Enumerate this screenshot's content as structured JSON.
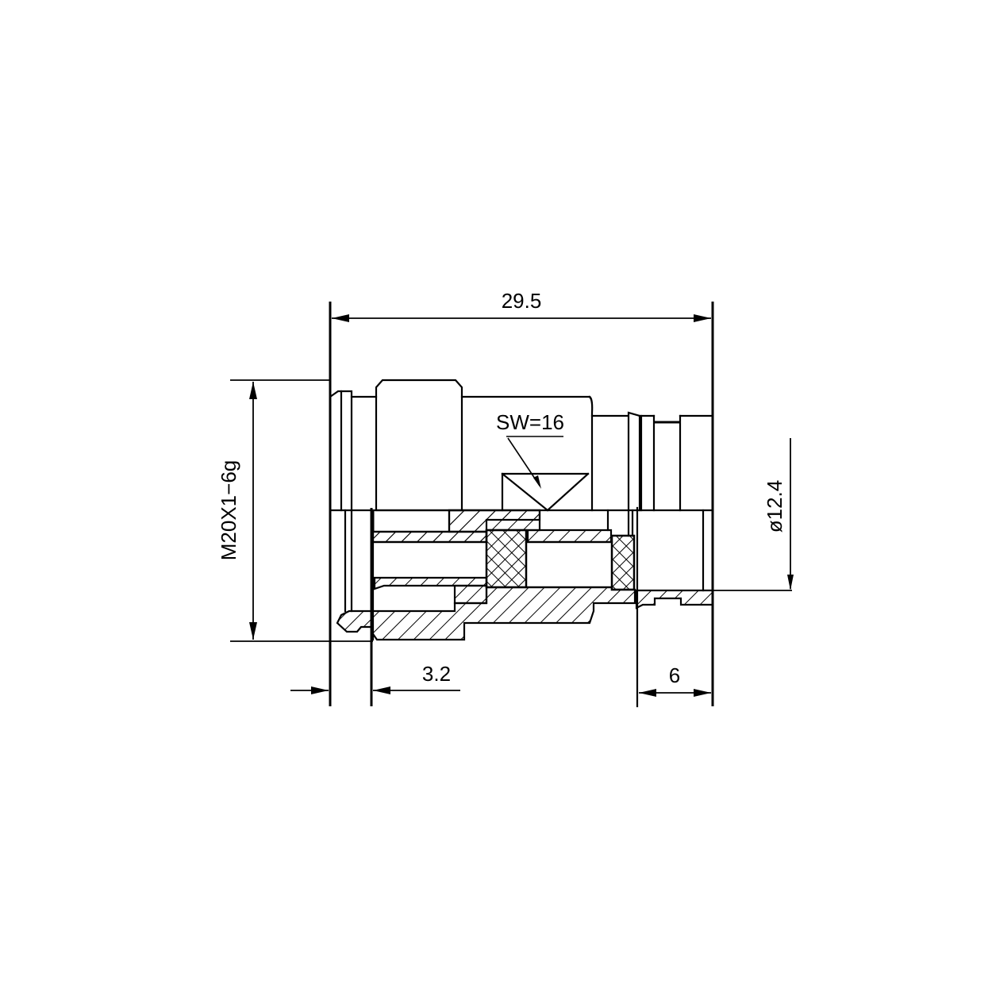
{
  "drawing": {
    "subject": "connector cross-section",
    "view": "half section"
  },
  "dimensions": {
    "overall_length": {
      "label": "29.5",
      "unit": "mm"
    },
    "thread": {
      "label": "M20X1−6g"
    },
    "wrench_size": {
      "label": "SW=16"
    },
    "diameter": {
      "label": "ø12.4"
    },
    "flange_offset": {
      "label": "3.2"
    },
    "end_length": {
      "label": "6"
    }
  },
  "colors": {
    "line": "#000000",
    "background": "#ffffff"
  }
}
